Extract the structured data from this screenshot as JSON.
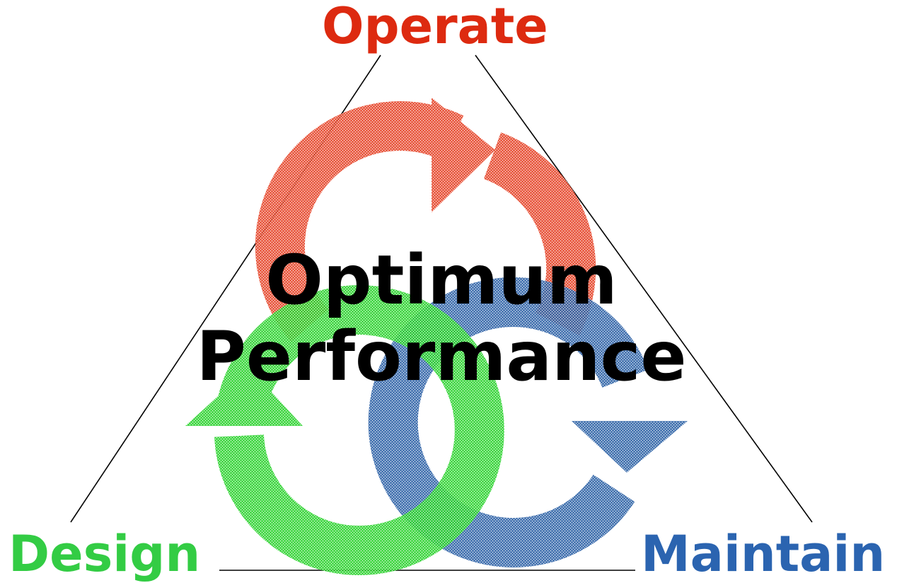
{
  "diagram": {
    "top_label": "Operate",
    "left_label": "Design",
    "right_label": "Maintain",
    "center_line1": "Optimum",
    "center_line2": "Performance",
    "colors": {
      "operate": "#dd2a10",
      "design": "#33cc44",
      "maintain": "#2b64b0",
      "text": "#000000",
      "lines": "#000000"
    },
    "icons": [
      "operate-cycle-arrow-icon",
      "design-cycle-arrow-icon",
      "maintain-cycle-arrow-icon"
    ]
  }
}
